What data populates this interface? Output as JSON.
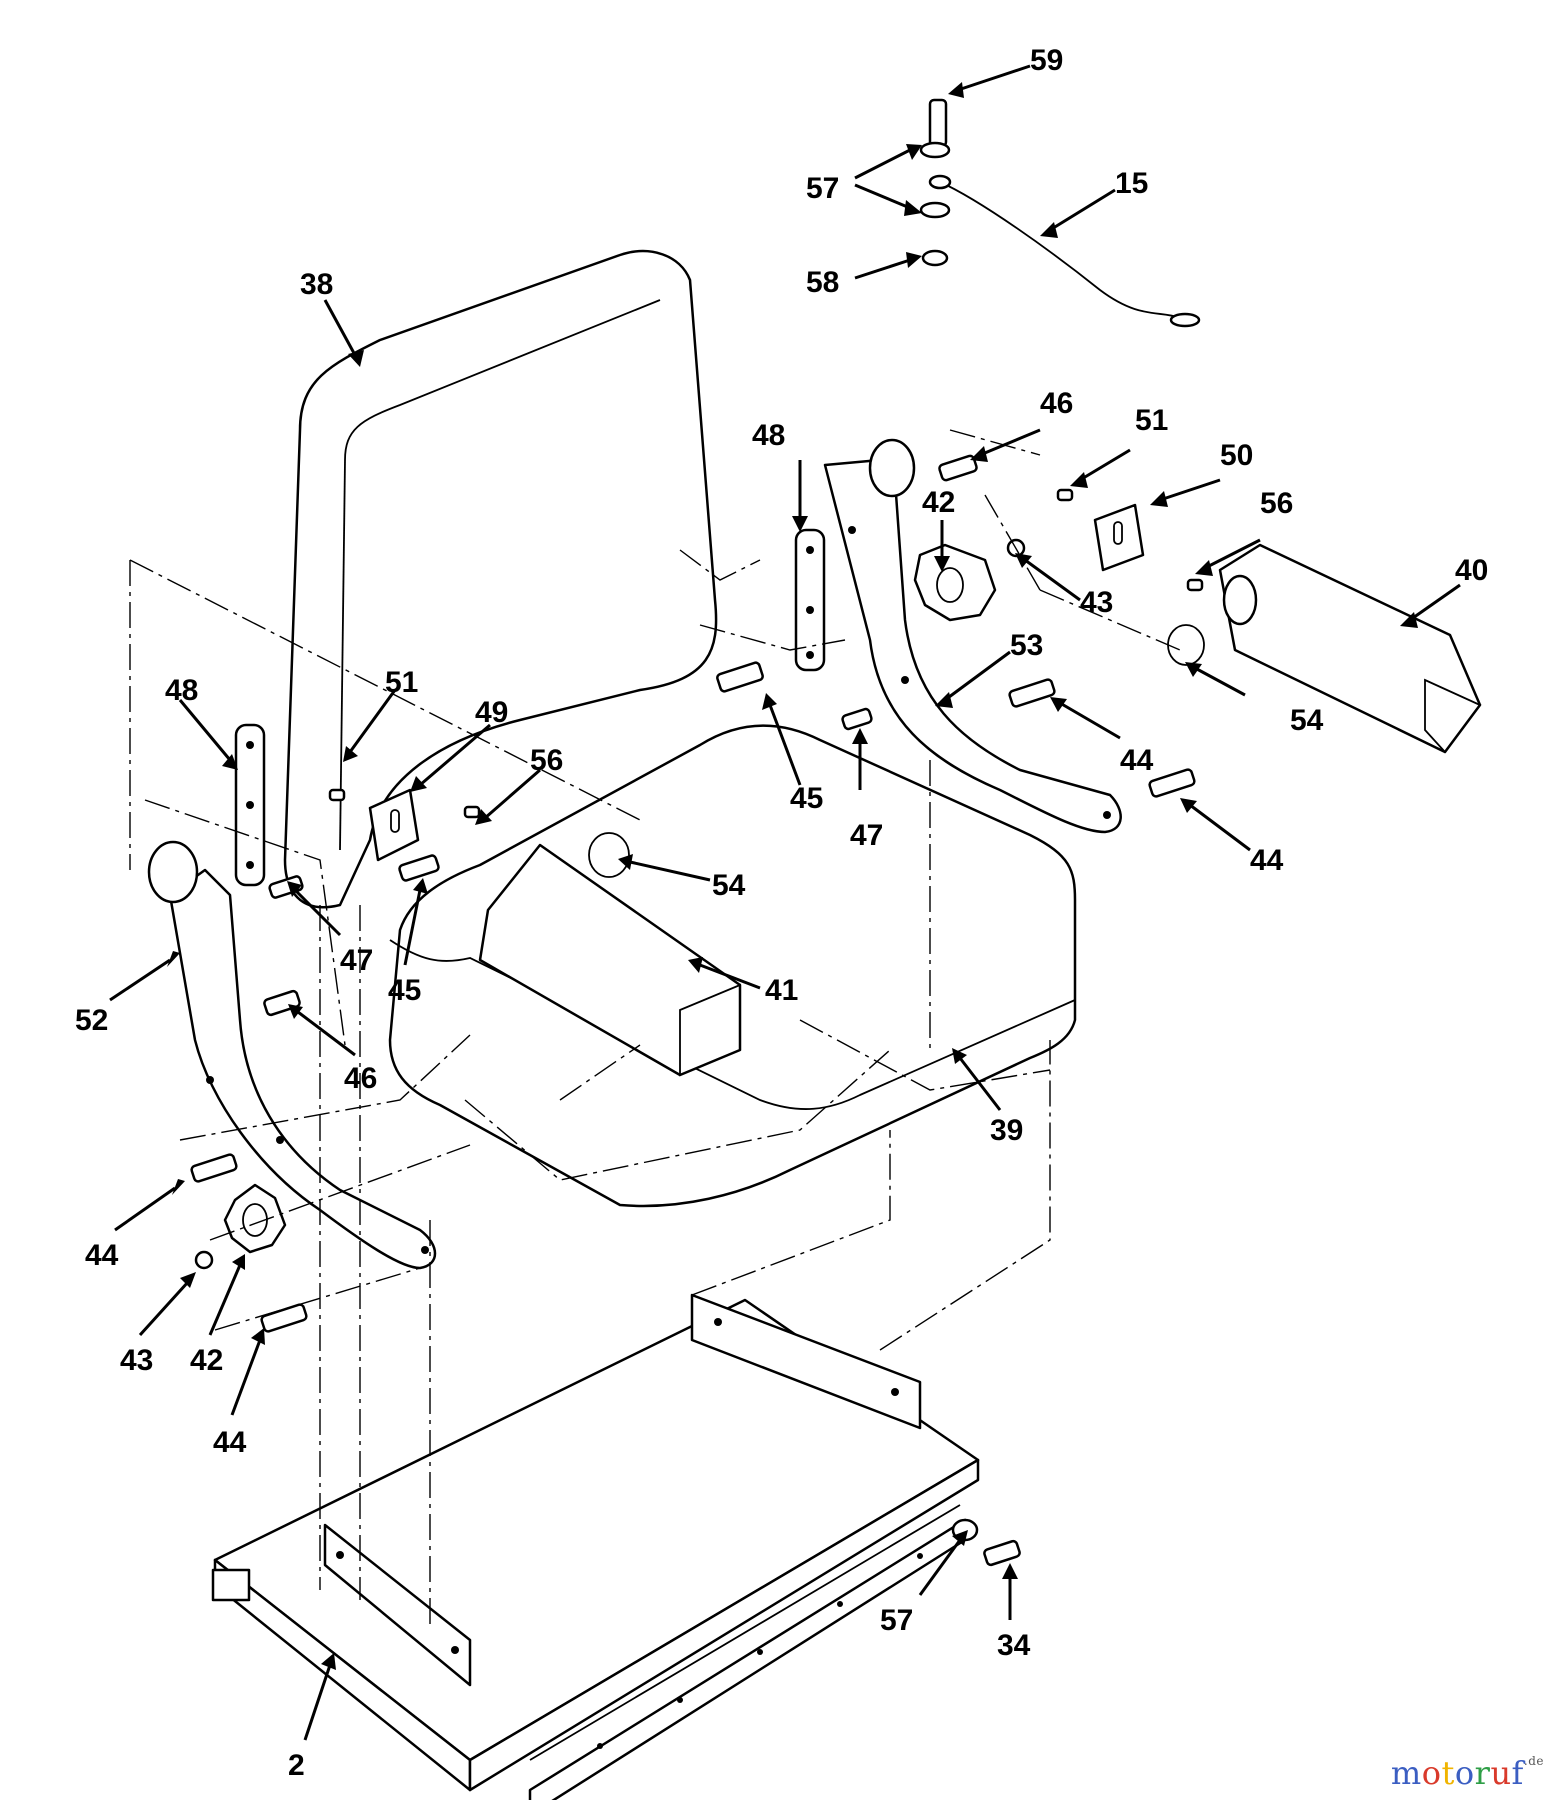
{
  "diagram": {
    "callouts": [
      {
        "label": "59"
      },
      {
        "label": "57"
      },
      {
        "label": "15"
      },
      {
        "label": "58"
      },
      {
        "label": "38"
      },
      {
        "label": "48"
      },
      {
        "label": "46"
      },
      {
        "label": "51"
      },
      {
        "label": "50"
      },
      {
        "label": "42"
      },
      {
        "label": "56"
      },
      {
        "label": "40"
      },
      {
        "label": "43"
      },
      {
        "label": "53"
      },
      {
        "label": "54"
      },
      {
        "label": "44"
      },
      {
        "label": "45"
      },
      {
        "label": "47"
      },
      {
        "label": "44"
      },
      {
        "label": "48"
      },
      {
        "label": "51"
      },
      {
        "label": "49"
      },
      {
        "label": "56"
      },
      {
        "label": "54"
      },
      {
        "label": "47"
      },
      {
        "label": "45"
      },
      {
        "label": "41"
      },
      {
        "label": "52"
      },
      {
        "label": "46"
      },
      {
        "label": "39"
      },
      {
        "label": "44"
      },
      {
        "label": "43"
      },
      {
        "label": "42"
      },
      {
        "label": "44"
      },
      {
        "label": "57"
      },
      {
        "label": "34"
      },
      {
        "label": "2"
      }
    ]
  },
  "watermark": {
    "segments": [
      {
        "text": "m",
        "color": "#3b5ec2"
      },
      {
        "text": "o",
        "color": "#d93a2b"
      },
      {
        "text": "t",
        "color": "#f0b400"
      },
      {
        "text": "o",
        "color": "#3b5ec2"
      },
      {
        "text": "r",
        "color": "#2e9e46"
      },
      {
        "text": "u",
        "color": "#d93a2b"
      },
      {
        "text": "f",
        "color": "#3b5ec2"
      }
    ],
    "suffix": ".de"
  }
}
